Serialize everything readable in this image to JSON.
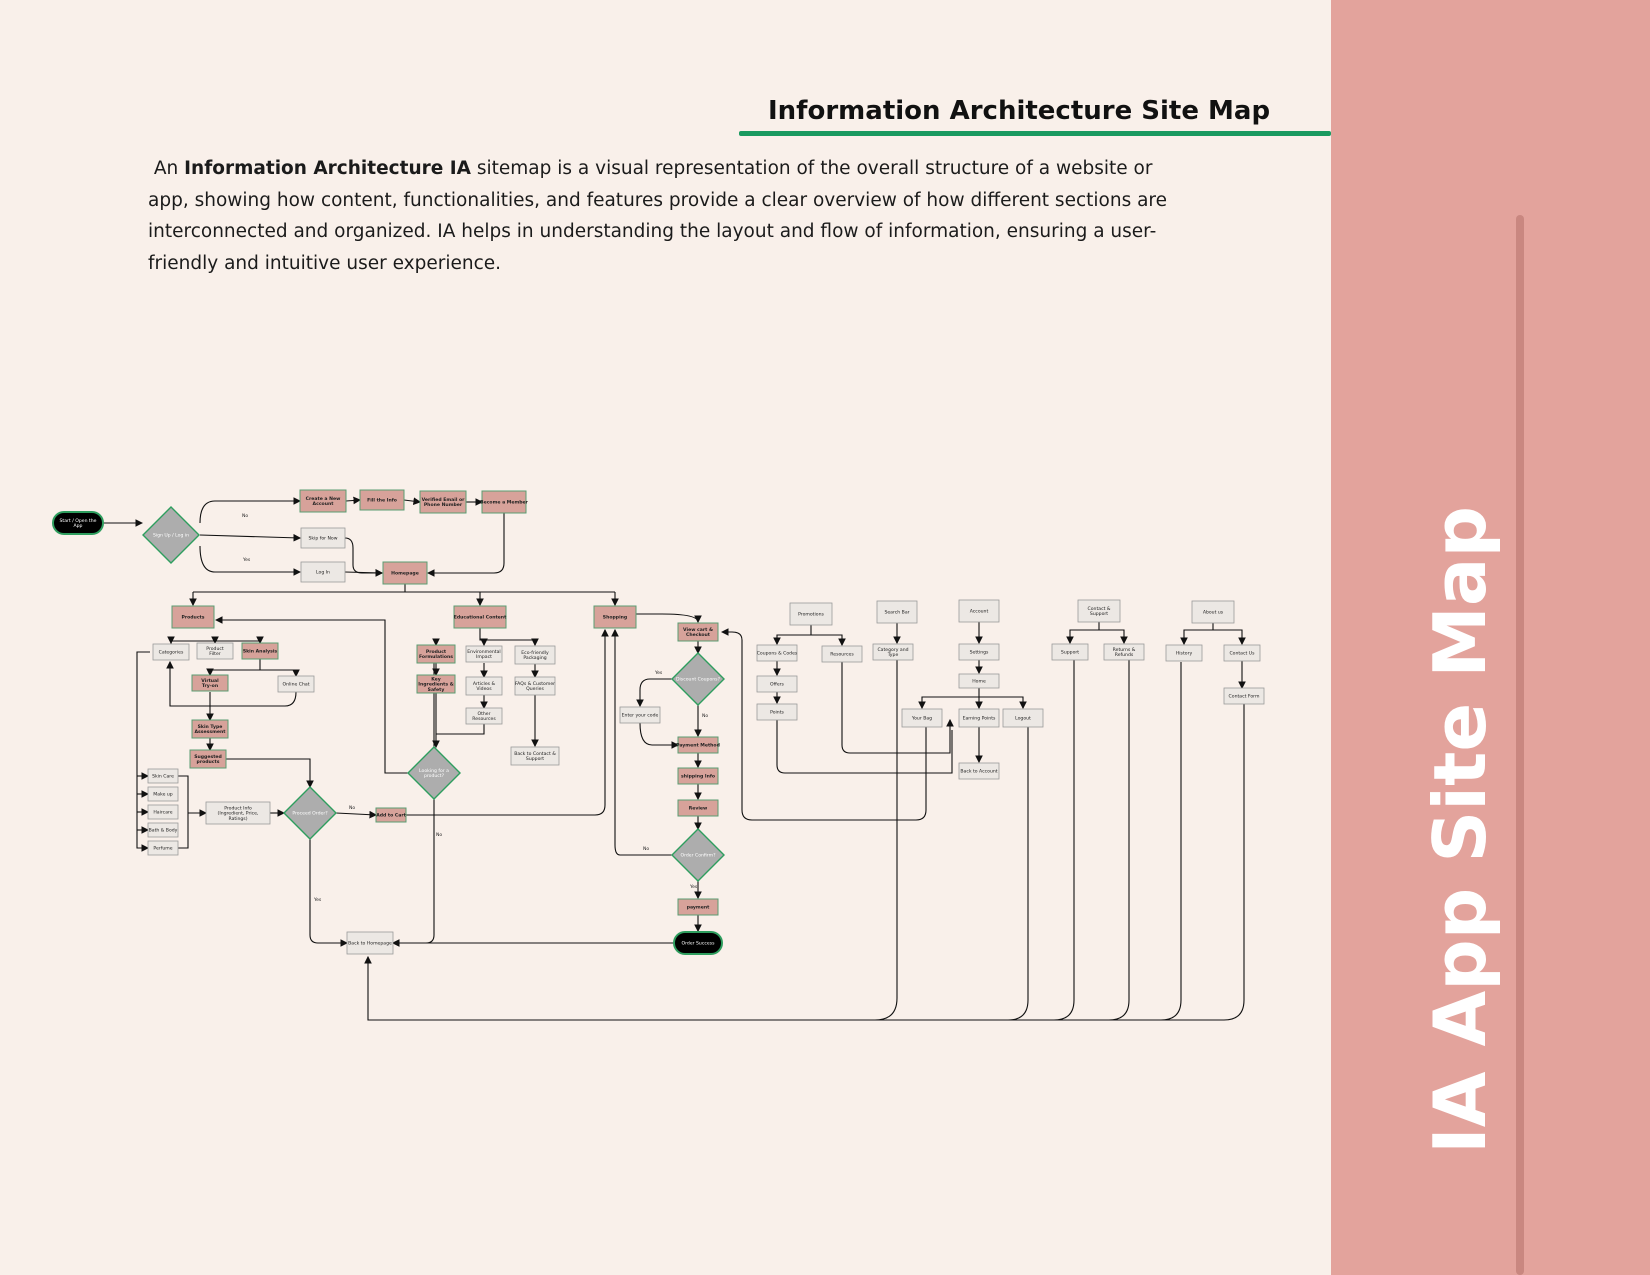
{
  "header": {
    "title": "Information Architecture Site Map"
  },
  "intro": {
    "prefix": " An ",
    "bold": "Information Architecture IA",
    "rest": " sitemap is a visual representation of the overall structure of a website or app, showing how content, functionalities, and features provide a clear overview of how different sections are interconnected and organized. IA helps in understanding the layout and flow of information, ensuring a user-friendly and intuitive user experience."
  },
  "side_panel": {
    "title": "IA App Site Map"
  },
  "colors": {
    "background": "#f9f0ea",
    "side_panel": "#e3a39c",
    "accent_rule": "#1a9a60",
    "pink_node": "#d7a29a",
    "grey_node": "#ece8e4",
    "decision": "#adadad",
    "terminal": "#000000"
  },
  "diagram": {
    "nodes": [
      {
        "id": "start",
        "label": "Start / Open the App",
        "kind": "terminal"
      },
      {
        "id": "signup_dec",
        "label": "Sign Up / Log in",
        "kind": "decision"
      },
      {
        "id": "create",
        "label": "Create a New Account",
        "kind": "pink"
      },
      {
        "id": "fill",
        "label": "Fill the Info",
        "kind": "pink"
      },
      {
        "id": "verify",
        "label": "Verified Email or Phone Number",
        "kind": "pink"
      },
      {
        "id": "member",
        "label": "Become a Member",
        "kind": "pink"
      },
      {
        "id": "skip",
        "label": "Skip for Now",
        "kind": "grey"
      },
      {
        "id": "login",
        "label": "Log In",
        "kind": "grey"
      },
      {
        "id": "home",
        "label": "Homepage",
        "kind": "pink"
      },
      {
        "id": "products",
        "label": "Products",
        "kind": "pink"
      },
      {
        "id": "categories",
        "label": "Categories",
        "kind": "grey"
      },
      {
        "id": "pfilter",
        "label": "Product Filter",
        "kind": "grey"
      },
      {
        "id": "skin_an",
        "label": "Skin Analysis",
        "kind": "pink"
      },
      {
        "id": "vtryon",
        "label": "Virtual Try-on",
        "kind": "pink"
      },
      {
        "id": "ochat",
        "label": "Online Chat",
        "kind": "grey"
      },
      {
        "id": "skintype",
        "label": "Skin Type Assessment",
        "kind": "pink"
      },
      {
        "id": "suggested",
        "label": "Suggested products",
        "kind": "pink"
      },
      {
        "id": "skincare",
        "label": "Skin Care",
        "kind": "grey"
      },
      {
        "id": "makeup",
        "label": "Make up",
        "kind": "grey"
      },
      {
        "id": "haircare",
        "label": "Haircare",
        "kind": "grey"
      },
      {
        "id": "bathbody",
        "label": "Bath & Body",
        "kind": "grey"
      },
      {
        "id": "perfume",
        "label": "Perfume",
        "kind": "grey"
      },
      {
        "id": "pinfo",
        "label": "Product Info (Ingredient, Price, Ratings)",
        "kind": "grey"
      },
      {
        "id": "proceed",
        "label": "Proceed Order?",
        "kind": "decision"
      },
      {
        "id": "addcart",
        "label": "Add to Cart",
        "kind": "pink"
      },
      {
        "id": "looking",
        "label": "Looking for a product?",
        "kind": "decision"
      },
      {
        "id": "edu",
        "label": "Educational Content",
        "kind": "pink"
      },
      {
        "id": "pform",
        "label": "Product Formulations",
        "kind": "pink"
      },
      {
        "id": "envimp",
        "label": "Environmental Impact",
        "kind": "grey"
      },
      {
        "id": "ecopack",
        "label": "Eco-friendly Packaging",
        "kind": "grey"
      },
      {
        "id": "keying",
        "label": "Key Ingredients & Safety",
        "kind": "pink"
      },
      {
        "id": "articles",
        "label": "Articles & Videos",
        "kind": "grey"
      },
      {
        "id": "faqs",
        "label": "FAQs & Customer Queries",
        "kind": "grey"
      },
      {
        "id": "otherres",
        "label": "Other Resources",
        "kind": "grey"
      },
      {
        "id": "backsupport",
        "label": "Back to Contact & Support",
        "kind": "grey"
      },
      {
        "id": "shopping",
        "label": "Shopping",
        "kind": "pink"
      },
      {
        "id": "viewcart",
        "label": "View cart & Checkout",
        "kind": "pink"
      },
      {
        "id": "discount",
        "label": "Discount Coupons?",
        "kind": "decision"
      },
      {
        "id": "entercode",
        "label": "Enter your code",
        "kind": "grey"
      },
      {
        "id": "paymethod",
        "label": "Payment Method",
        "kind": "pink"
      },
      {
        "id": "shipinfo",
        "label": "shipping Info",
        "kind": "pink"
      },
      {
        "id": "review",
        "label": "Review",
        "kind": "pink"
      },
      {
        "id": "confirm",
        "label": "Order Confirm?",
        "kind": "decision"
      },
      {
        "id": "payment",
        "label": "payment",
        "kind": "pink"
      },
      {
        "id": "success",
        "label": "Order Success",
        "kind": "terminal"
      },
      {
        "id": "backhome",
        "label": "Back to Homepage",
        "kind": "grey"
      },
      {
        "id": "promos",
        "label": "Promotions",
        "kind": "grey"
      },
      {
        "id": "coupons",
        "label": "Coupons & Codes",
        "kind": "grey"
      },
      {
        "id": "reserve",
        "label": "Resources",
        "kind": "grey"
      },
      {
        "id": "offers",
        "label": "Offers",
        "kind": "grey"
      },
      {
        "id": "points",
        "label": "Points",
        "kind": "grey"
      },
      {
        "id": "searchbar",
        "label": "Search Bar",
        "kind": "grey"
      },
      {
        "id": "catsub",
        "label": "Category and Type",
        "kind": "grey"
      },
      {
        "id": "account",
        "label": "Account",
        "kind": "grey"
      },
      {
        "id": "settings",
        "label": "Settings",
        "kind": "grey"
      },
      {
        "id": "acchome",
        "label": "Home",
        "kind": "grey"
      },
      {
        "id": "yourbag",
        "label": "Your Bag",
        "kind": "grey"
      },
      {
        "id": "earning",
        "label": "Earning Points",
        "kind": "grey"
      },
      {
        "id": "logout",
        "label": "Logout",
        "kind": "grey"
      },
      {
        "id": "backacc",
        "label": "Back to Account",
        "kind": "grey"
      },
      {
        "id": "contact",
        "label": "Contact & Support",
        "kind": "grey"
      },
      {
        "id": "support",
        "label": "Support",
        "kind": "grey"
      },
      {
        "id": "returns",
        "label": "Returns & Refunds",
        "kind": "grey"
      },
      {
        "id": "about",
        "label": "About us",
        "kind": "grey"
      },
      {
        "id": "history",
        "label": "History",
        "kind": "grey"
      },
      {
        "id": "contactus",
        "label": "Contact Us",
        "kind": "grey"
      },
      {
        "id": "cform",
        "label": "Contact Form",
        "kind": "grey"
      }
    ],
    "edge_labels": [
      "No",
      "Yes",
      "No",
      "Yes",
      "Yes",
      "No",
      "Yes",
      "No",
      "No",
      "Yes"
    ]
  }
}
